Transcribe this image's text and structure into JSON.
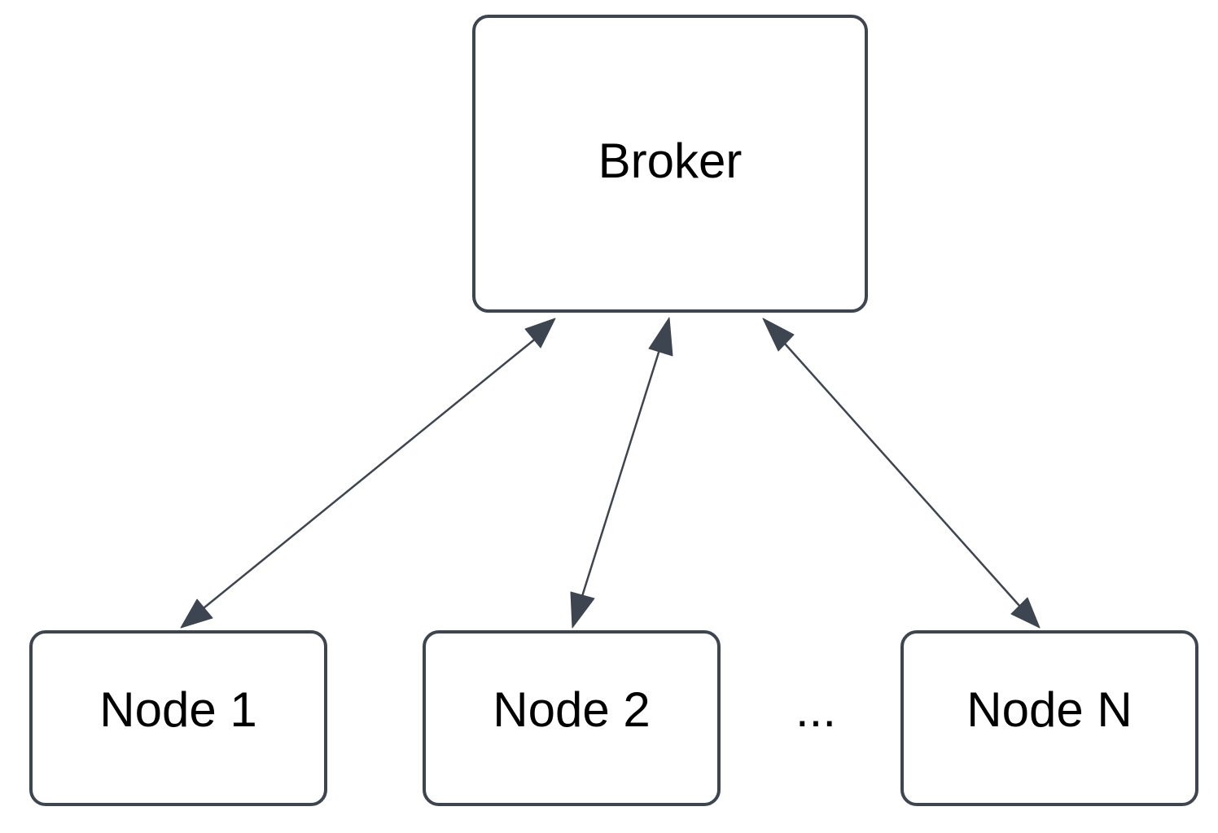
{
  "diagram": {
    "nodes": {
      "broker": "Broker",
      "node_1": "Node 1",
      "node_2": "Node 2",
      "node_n": "Node N"
    },
    "ellipsis": "...",
    "edges": [
      {
        "from": "broker",
        "to": "node_1",
        "direction": "bidirectional"
      },
      {
        "from": "broker",
        "to": "node_2",
        "direction": "bidirectional"
      },
      {
        "from": "broker",
        "to": "node_n",
        "direction": "bidirectional"
      }
    ],
    "colors": {
      "stroke": "#3d4550",
      "text": "#000000",
      "background": "#ffffff"
    }
  }
}
